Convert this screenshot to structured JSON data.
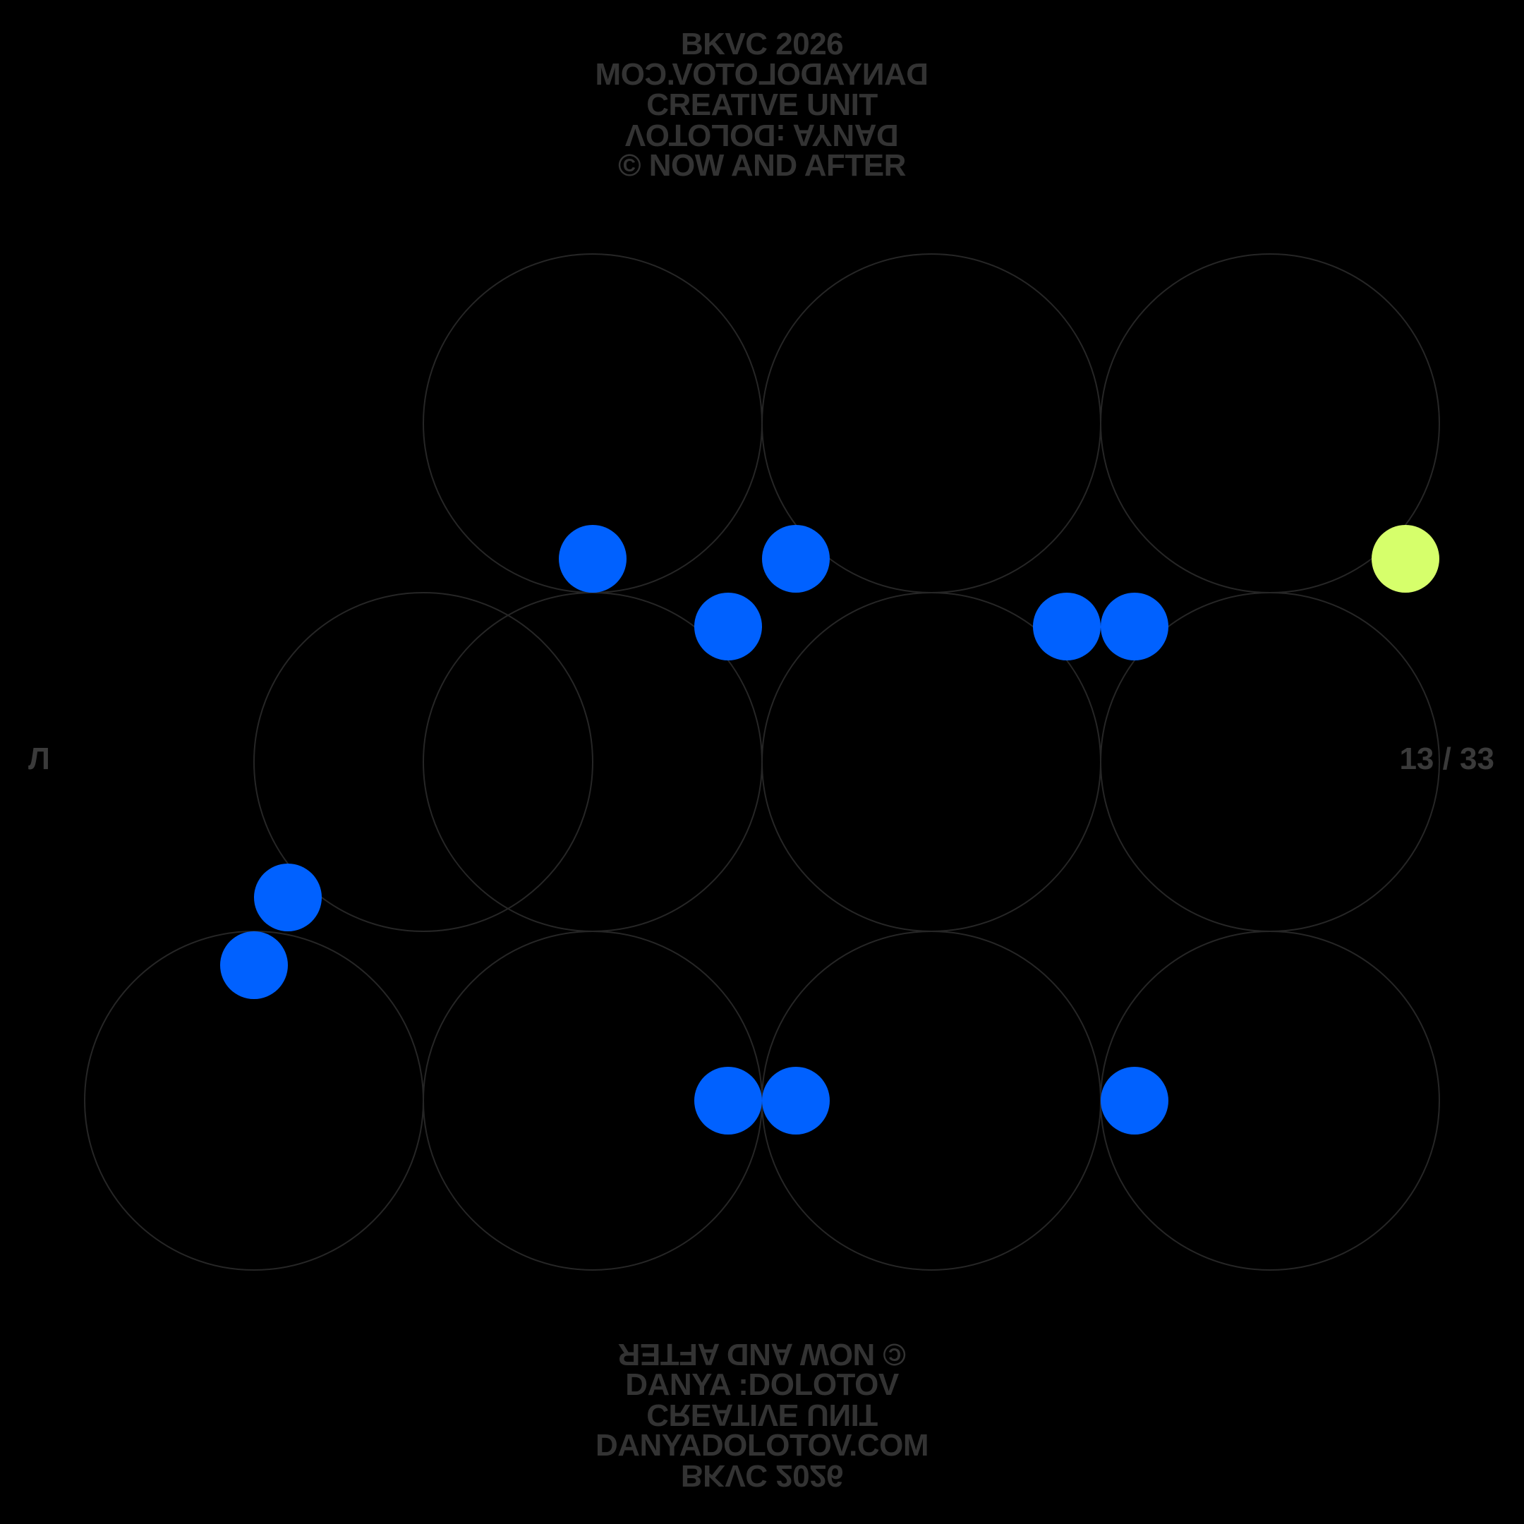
{
  "header_lines": [
    "BKVC 2026",
    "DANYADOLOTOV.COM",
    "CREATIVE UNIT",
    "DANYA :DOLOTOV",
    "© NOW AND AFTER"
  ],
  "footer_lines": [
    "© NOW AND AFTER",
    "DANYA :DOLOTOV",
    "CREATIVE UNIT",
    "DANYADOLOTOV.COM",
    "BKVC 2026"
  ],
  "left_glyph": "Л",
  "page_counter": "13 / 33",
  "colors": {
    "background": "#000000",
    "ring_stroke": "#262626",
    "text": "#333333",
    "dot_primary": "#0061ff",
    "dot_accent": "#d6ff6b"
  }
}
